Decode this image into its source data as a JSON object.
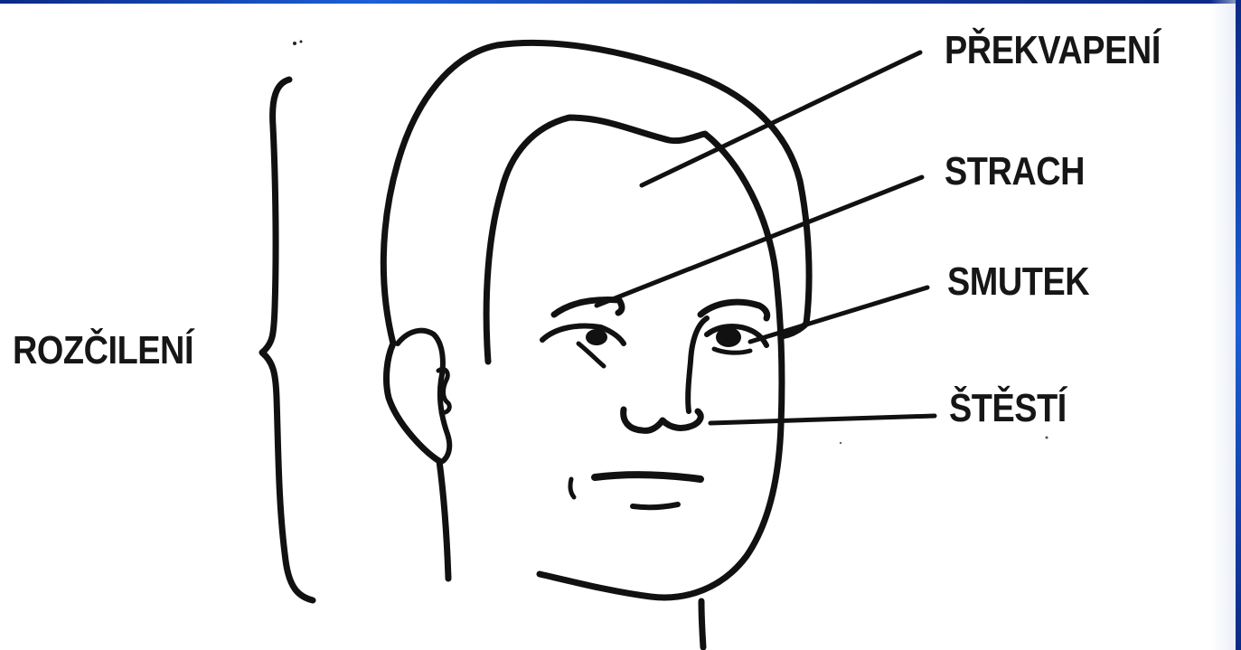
{
  "labels": {
    "prekvapeni": "PŘEKVAPENÍ",
    "strach": "STRACH",
    "smutek": "SMUTEK",
    "stesti": "ŠTĚSTÍ",
    "rozcileni": "ROZČILENÍ"
  },
  "colors": {
    "ink": "#111111",
    "frame_accent": "#1d5fd6"
  }
}
